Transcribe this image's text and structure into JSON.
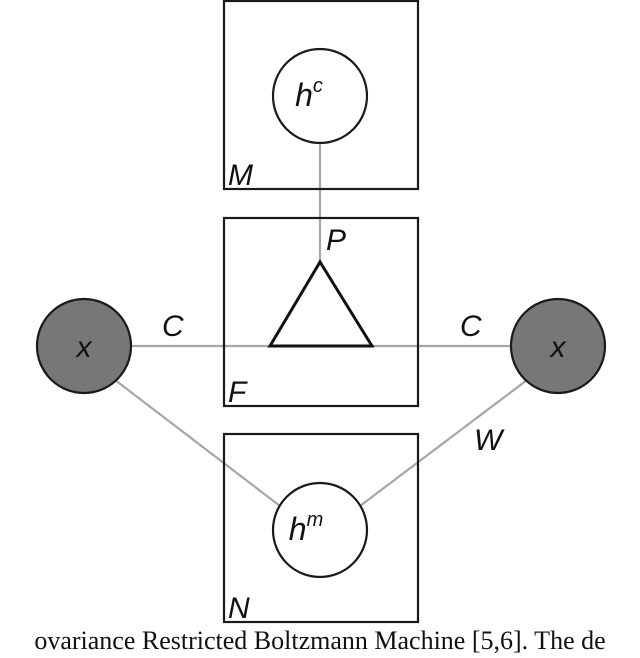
{
  "plates": {
    "M": "M",
    "F": "F",
    "N": "N"
  },
  "nodes": {
    "hc_base": "h",
    "hc_sup": "c",
    "hm_base": "h",
    "hm_sup": "m",
    "x_left": "x",
    "x_right": "x"
  },
  "edges": {
    "P": "P",
    "C_left": "C",
    "C_right": "C",
    "W": "W"
  },
  "caption": "ovariance Restricted Boltzmann Machine [5,6]. The de",
  "colors": {
    "observed_node_fill": "#777777",
    "edge_gray": "#a6a6a6",
    "stroke": "#1a1a1a"
  }
}
